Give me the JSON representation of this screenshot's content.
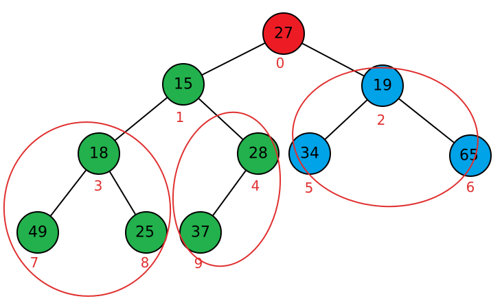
{
  "colors": {
    "root": "#ed1c24",
    "left": "#22b14c",
    "right": "#00a2e8",
    "index": "#e03030",
    "ellipse": "#e03030"
  },
  "nodes": [
    {
      "id": "n0",
      "value": "27",
      "index": "0",
      "color": "root"
    },
    {
      "id": "n1",
      "value": "15",
      "index": "1",
      "color": "left"
    },
    {
      "id": "n2",
      "value": "19",
      "index": "2",
      "color": "right"
    },
    {
      "id": "n3",
      "value": "18",
      "index": "3",
      "color": "left"
    },
    {
      "id": "n4",
      "value": "28",
      "index": "4",
      "color": "left"
    },
    {
      "id": "n5",
      "value": "34",
      "index": "5",
      "color": "right"
    },
    {
      "id": "n6",
      "value": "65",
      "index": "6",
      "color": "right"
    },
    {
      "id": "n7",
      "value": "49",
      "index": "7",
      "color": "left"
    },
    {
      "id": "n8",
      "value": "25",
      "index": "8",
      "color": "left"
    },
    {
      "id": "n9",
      "value": "37",
      "index": "9",
      "color": "left"
    }
  ],
  "edges": [
    [
      "n0",
      "n1"
    ],
    [
      "n0",
      "n2"
    ],
    [
      "n1",
      "n3"
    ],
    [
      "n1",
      "n4"
    ],
    [
      "n2",
      "n5"
    ],
    [
      "n2",
      "n6"
    ],
    [
      "n3",
      "n7"
    ],
    [
      "n3",
      "n8"
    ],
    [
      "n4",
      "n9"
    ]
  ]
}
